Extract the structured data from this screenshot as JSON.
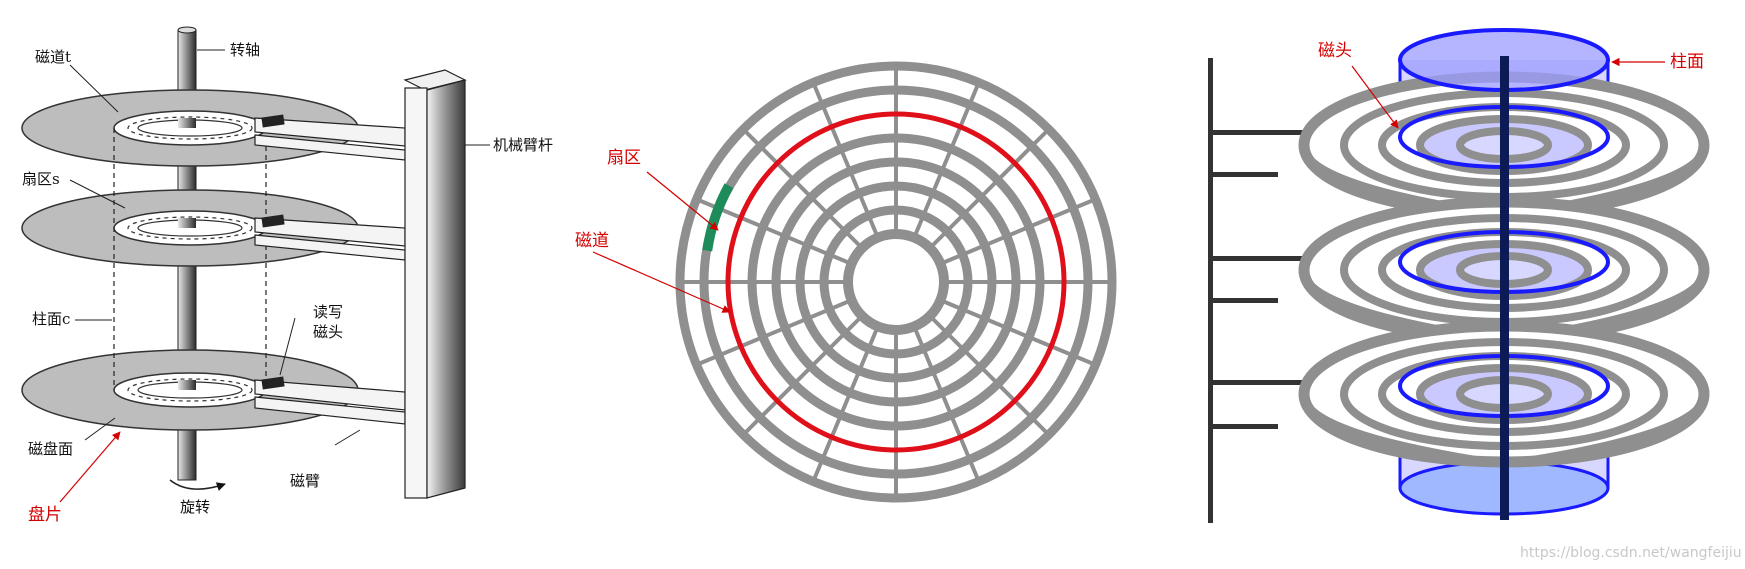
{
  "left_diagram": {
    "labels": {
      "spindle": "转轴",
      "track": "磁道t",
      "arm_rod": "机械臂杆",
      "sector": "扇区s",
      "cylinder": "柱面c",
      "rw_head_line1": "读写",
      "rw_head_line2": "磁头",
      "surface": "磁盘面",
      "arm": "磁臂",
      "rotation": "旋转",
      "platter": "盘片"
    }
  },
  "middle_diagram": {
    "labels": {
      "sector": "扇区",
      "track": "磁道"
    },
    "colors": {
      "ring": "#8f8f8f",
      "highlight_track": "#e0101a",
      "highlight_sector": "#1e8c5a"
    }
  },
  "right_diagram": {
    "labels": {
      "head": "磁头",
      "cylinder": "柱面"
    },
    "colors": {
      "cylinder": "#1a1aff",
      "platter": "#8f8f8f"
    }
  },
  "watermark": "https://blog.csdn.net/wangfeijiu"
}
